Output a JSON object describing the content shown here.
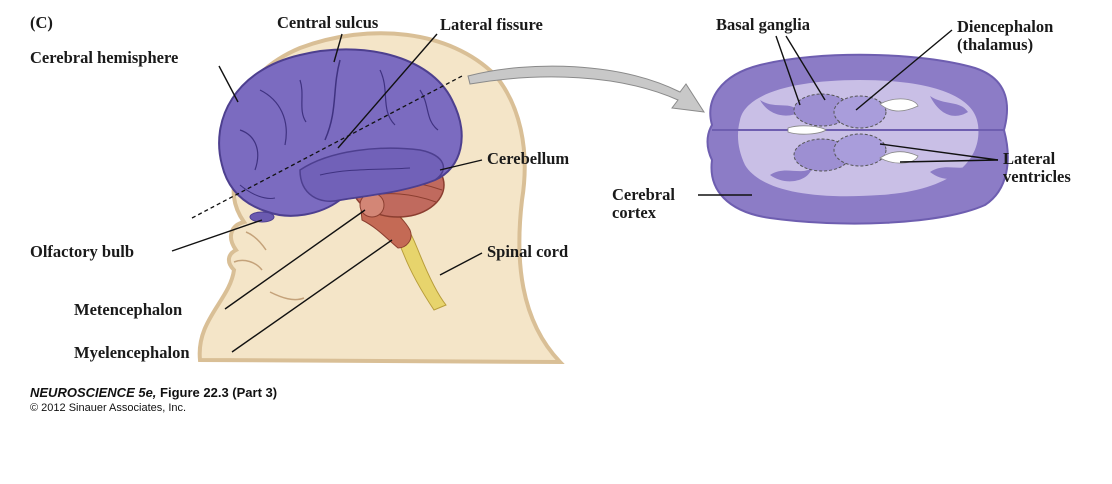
{
  "panel_label": "(C)",
  "labels": {
    "cerebral_hemisphere": "Cerebral hemisphere",
    "central_sulcus": "Central sulcus",
    "lateral_fissure": "Lateral fissure",
    "cerebellum": "Cerebellum",
    "olfactory_bulb": "Olfactory bulb",
    "spinal_cord": "Spinal cord",
    "metencephalon": "Metencephalon",
    "myelencephalon": "Myelencephalon",
    "basal_ganglia": "Basal ganglia",
    "diencephalon": "Diencephalon\n(thalamus)",
    "lateral_ventricles": "Lateral\nventricles",
    "cerebral_cortex": "Cerebral\ncortex"
  },
  "caption": {
    "title": "NEUROSCIENCE 5e,",
    "figure": " Figure 22.3 (Part 3)",
    "copyright": "© 2012 Sinauer Associates, Inc."
  },
  "colors": {
    "brain": "#7b6bbf",
    "brain_dark": "#5a4a9e",
    "cortex_section": "#8f7fc8",
    "white_matter": "#c9bfe6",
    "cerebellum": "#b5574f",
    "spinal_cord": "#e6d36a",
    "skin": "#f2e2c4",
    "head_outline": "#d9bf96"
  }
}
